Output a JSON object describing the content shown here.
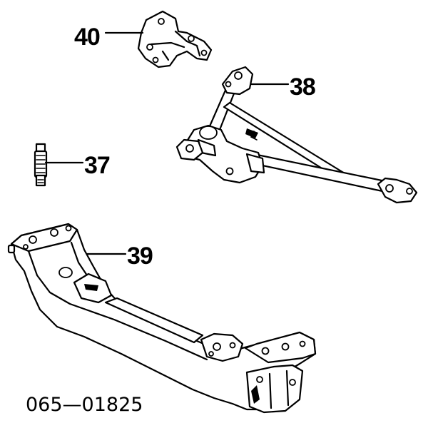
{
  "callouts": [
    {
      "id": "40",
      "label": "40"
    },
    {
      "id": "39",
      "label": "39"
    },
    {
      "id": "38",
      "label": "38"
    },
    {
      "id": "37",
      "label": "37"
    }
  ],
  "diagram_code": "065—01825"
}
